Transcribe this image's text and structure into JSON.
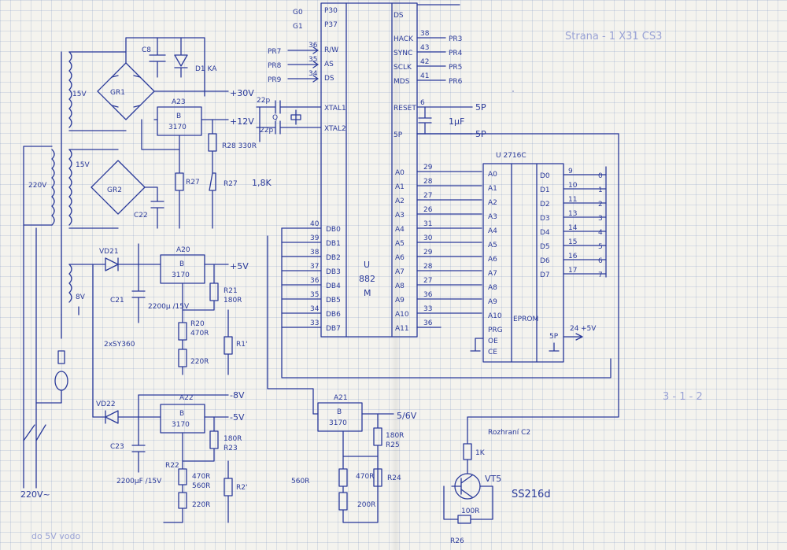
{
  "title_note": "Strana - 1 X31 CS3",
  "page_note": "3 - 1 - 2",
  "bottom_note": "do 5V vodo",
  "transformer_primary": "220V",
  "transformer_sec_1": "15V",
  "transformer_sec_2": "15V",
  "transformer_sec_3": "8V",
  "mains_label": "220V~",
  "rails": {
    "p30": "+30V",
    "p12": "+12V",
    "p5": "+5V",
    "m8": "-8V",
    "m5": "-5V",
    "p516": "5/6V"
  },
  "parts": {
    "br1": "GR1",
    "br2": "GR2",
    "c8": "C8",
    "d1": "D1 KA",
    "a23": "A23",
    "reg_b": "B",
    "reg_3170": "3170",
    "r28": "R28 330R",
    "r27": "R27",
    "r27b": "R27",
    "r27val": "1,8K",
    "c22": "C22",
    "vd21": "VD21",
    "a20": "A20",
    "c21": "C21",
    "c21v": "2200µ /15V",
    "r21": "R21",
    "r21v": "180R",
    "r20": "R20",
    "r20v": "470R",
    "r20b": "220R",
    "diode_pair": "2xSY360",
    "r1p": "R1'",
    "vd22": "VD22",
    "a22": "A22",
    "c23": "C23",
    "c23v": "2200µF /15V",
    "r22": "R22",
    "r22a": "180R",
    "r23": "R23",
    "r22b": "470R",
    "r22c": "560R",
    "r22d": "220R",
    "r2p": "R2'",
    "a21": "A21",
    "r24": "R24",
    "r24a": "180R",
    "r24b": "470R",
    "r24c": "560R",
    "r24d": "200R",
    "r25": "R25",
    "r25v": "1K",
    "vt5": "VT5",
    "vt5type": "SS216d",
    "r26": "100R",
    "r26n": "R26",
    "connector": "Rozhraní C2",
    "c_xtal1": "22p",
    "c_xtal2": "22p",
    "crystal": "Q",
    "cap_1uf": "1µF",
    "sp_lbl": "5P"
  },
  "mcu": {
    "name": "U",
    "type": "882",
    "sub": "M",
    "left_pins": [
      {
        "num": "",
        "name": "P30"
      },
      {
        "num": "",
        "name": "P37"
      },
      {
        "num": "36",
        "name": "R/W"
      },
      {
        "num": "35",
        "name": "AS"
      },
      {
        "num": "34",
        "name": "DS"
      },
      {
        "num": "",
        "name": "XTAL1"
      },
      {
        "num": "",
        "name": "XTAL2"
      }
    ],
    "left_sig": [
      "G0",
      "G1",
      "PR7",
      "PR8",
      "PR9"
    ],
    "data_pins": [
      "DB0",
      "DB1",
      "DB2",
      "DB3",
      "DB4",
      "DB5",
      "DB6",
      "DB7"
    ],
    "data_nums": [
      "40",
      "39",
      "38",
      "37",
      "36",
      "35",
      "34",
      "33"
    ],
    "right_top": [
      {
        "name": "DS",
        "num": "",
        "sig": ""
      },
      {
        "name": "HACK",
        "num": "38",
        "sig": "PR3"
      },
      {
        "name": "SYNC",
        "num": "43",
        "sig": "PR4"
      },
      {
        "name": "SCLK",
        "num": "42",
        "sig": "PR5"
      },
      {
        "name": "MDS",
        "num": "41",
        "sig": "PR6"
      },
      {
        "name": "RESET",
        "num": "6",
        "sig": "5P"
      },
      {
        "name": "5P",
        "num": "",
        "sig": "5P"
      }
    ],
    "addr_pins": [
      "A0",
      "A1",
      "A2",
      "A3",
      "A4",
      "A5",
      "A6",
      "A7",
      "A8",
      "A9",
      "A10",
      "A11"
    ],
    "addr_nums": [
      "29",
      "28",
      "27",
      "26",
      "31",
      "30",
      "29",
      "28",
      "27",
      "36",
      "33",
      "36"
    ]
  },
  "eprom": {
    "name": "U 2716C",
    "label": "EPROM",
    "addr": [
      "A0",
      "A1",
      "A2",
      "A3",
      "A4",
      "A5",
      "A6",
      "A7",
      "A8",
      "A9",
      "A10"
    ],
    "ctrl": [
      "PRG",
      "OE",
      "CE"
    ],
    "data": [
      "D0",
      "D1",
      "D2",
      "D3",
      "D4",
      "D5",
      "D6",
      "D7"
    ],
    "data_nums": [
      "9",
      "10",
      "11",
      "13",
      "14",
      "15",
      "16",
      "17"
    ],
    "out_nums": [
      "0",
      "1",
      "2",
      "3",
      "4",
      "5",
      "6",
      "7"
    ],
    "vcc_pin": "24",
    "vcc": "+5V",
    "gnd": "5P"
  }
}
